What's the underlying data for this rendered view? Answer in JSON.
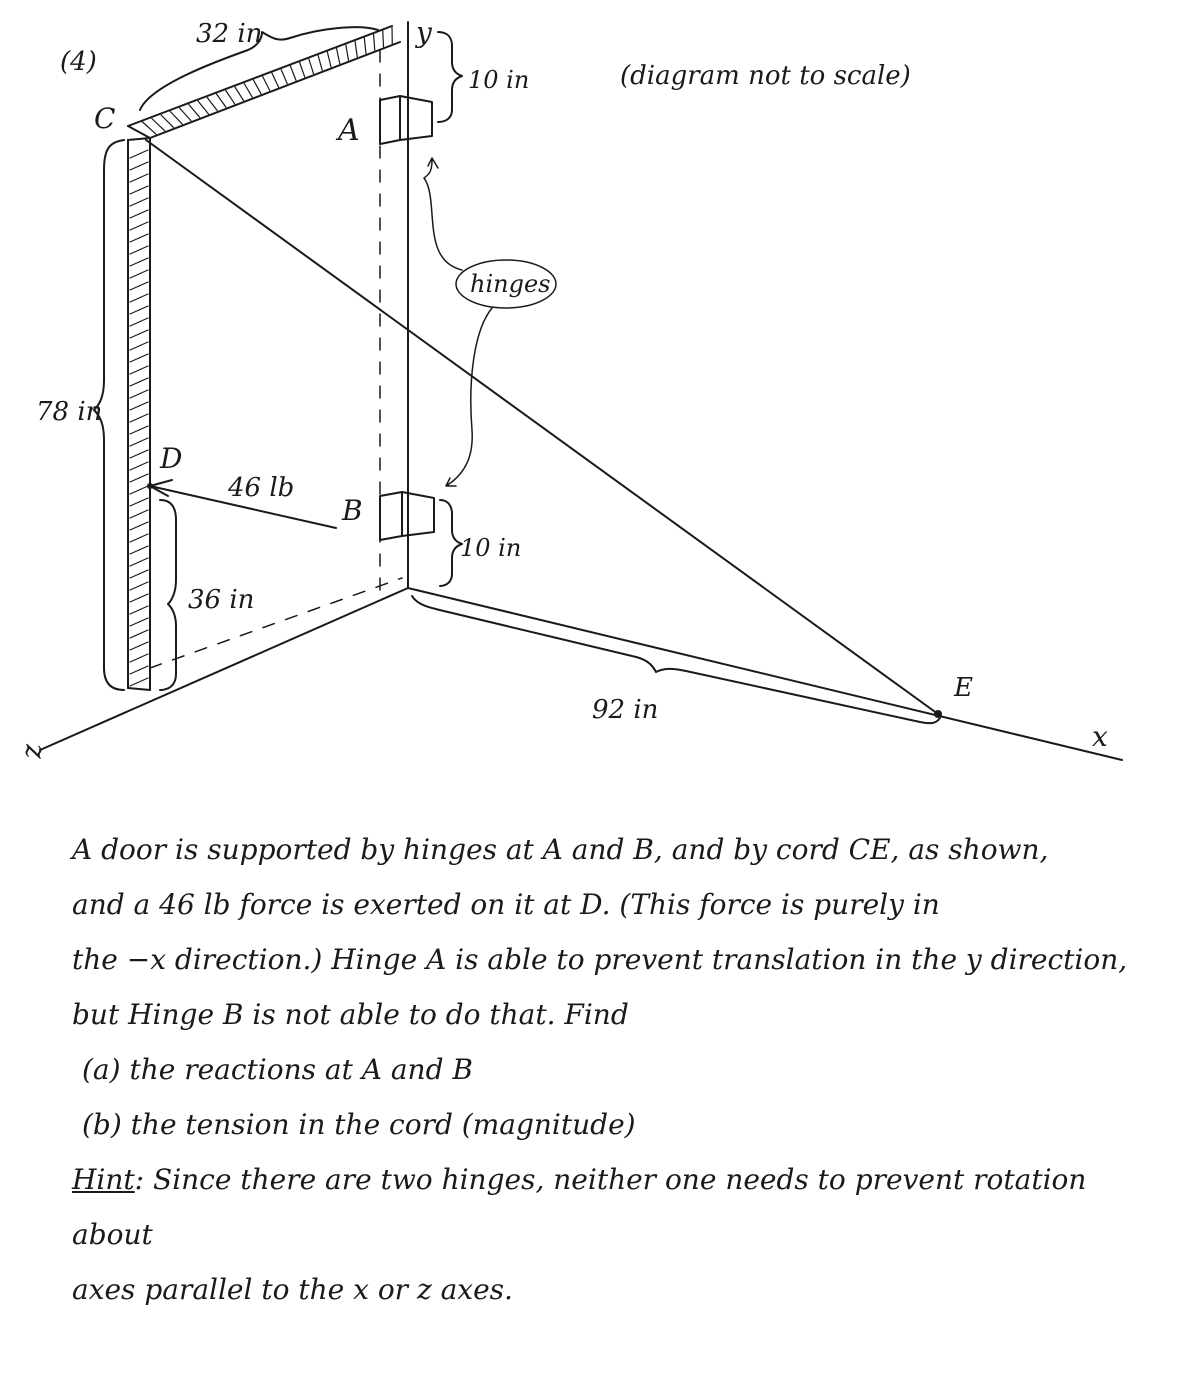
{
  "problem_number": "(4)",
  "note": "(diagram not to scale)",
  "points": {
    "a": "A",
    "b": "B",
    "c": "C",
    "d": "D",
    "e": "E"
  },
  "axes": {
    "x": "x",
    "y": "y",
    "z": "z"
  },
  "dimensions": {
    "door_width": "32 in",
    "door_height": "78 in",
    "hinge_a_offset": "10 in",
    "hinge_b_offset": "10 in",
    "d_height": "36 in",
    "e_distance": "92 in",
    "force": "46 lb"
  },
  "callout": "hinges",
  "text": {
    "l1": "A door is supported by hinges at A and B, and by cord CE, as shown,",
    "l2": "and a 46 lb force is exerted on it at D. (This force is purely in",
    "l3": "the −x direction.) Hinge A is able to prevent translation in the y direction,",
    "l4": "but Hinge B is not able to do that. Find",
    "a": "(a) the reactions at A and B",
    "b": "(b) the tension in the cord (magnitude)",
    "hint_label": "Hint",
    "hint_sep": ":",
    "hint_1": " Since there are two hinges, neither one needs to prevent rotation about",
    "hint_2": "axes parallel to the x or z axes."
  }
}
